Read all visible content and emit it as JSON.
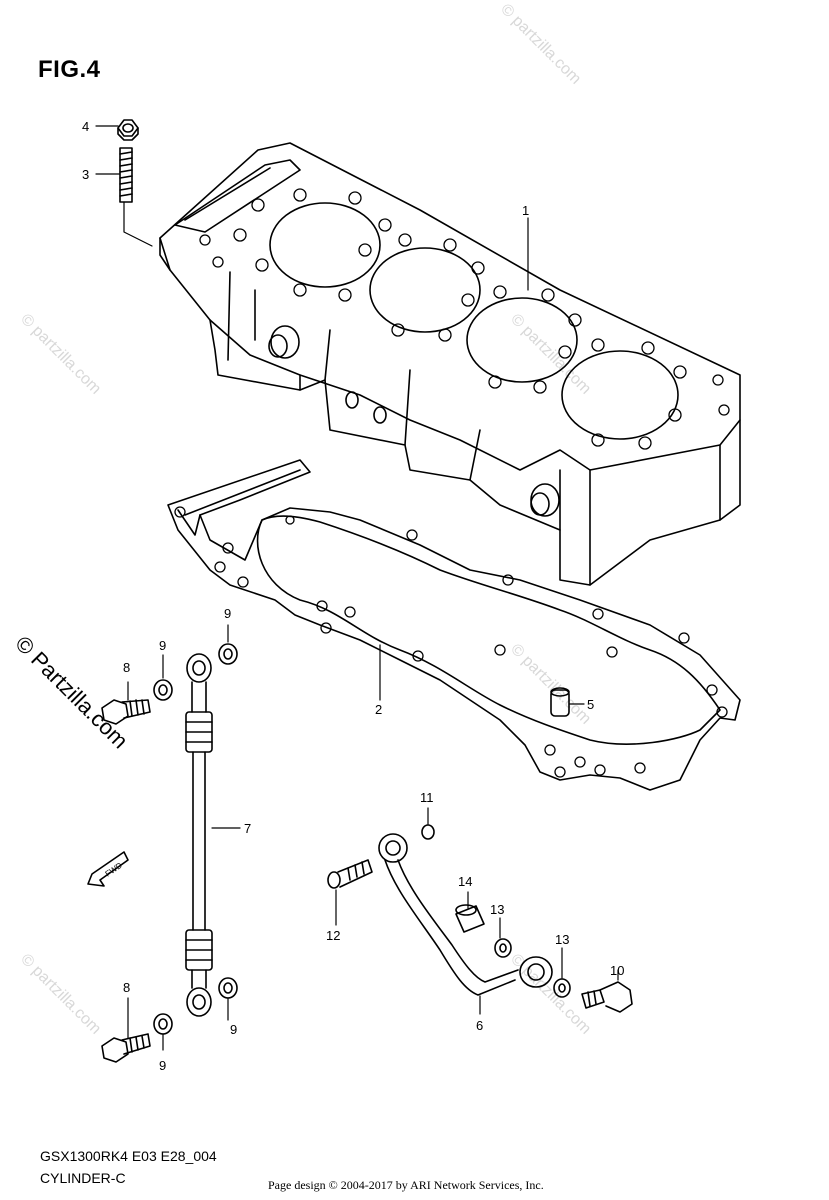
{
  "figure": {
    "title": "FIG.4",
    "model_code": "GSX1300RK4 E03 E28_004",
    "section_name": "CYLINDER-C"
  },
  "callouts": [
    "1",
    "2",
    "3",
    "4",
    "5",
    "6",
    "7",
    "8",
    "8",
    "9",
    "9",
    "9",
    "9",
    "10",
    "11",
    "12",
    "13",
    "13",
    "14"
  ],
  "fwd_label": "FWD",
  "watermark": {
    "large": "© Partzilla.com",
    "faint": "© partzilla.com"
  },
  "credit": "Page design © 2004-2017 by ARI Network Services, Inc.",
  "colors": {
    "line": "#000000",
    "background": "#ffffff",
    "watermark": "#d8d8d8"
  }
}
